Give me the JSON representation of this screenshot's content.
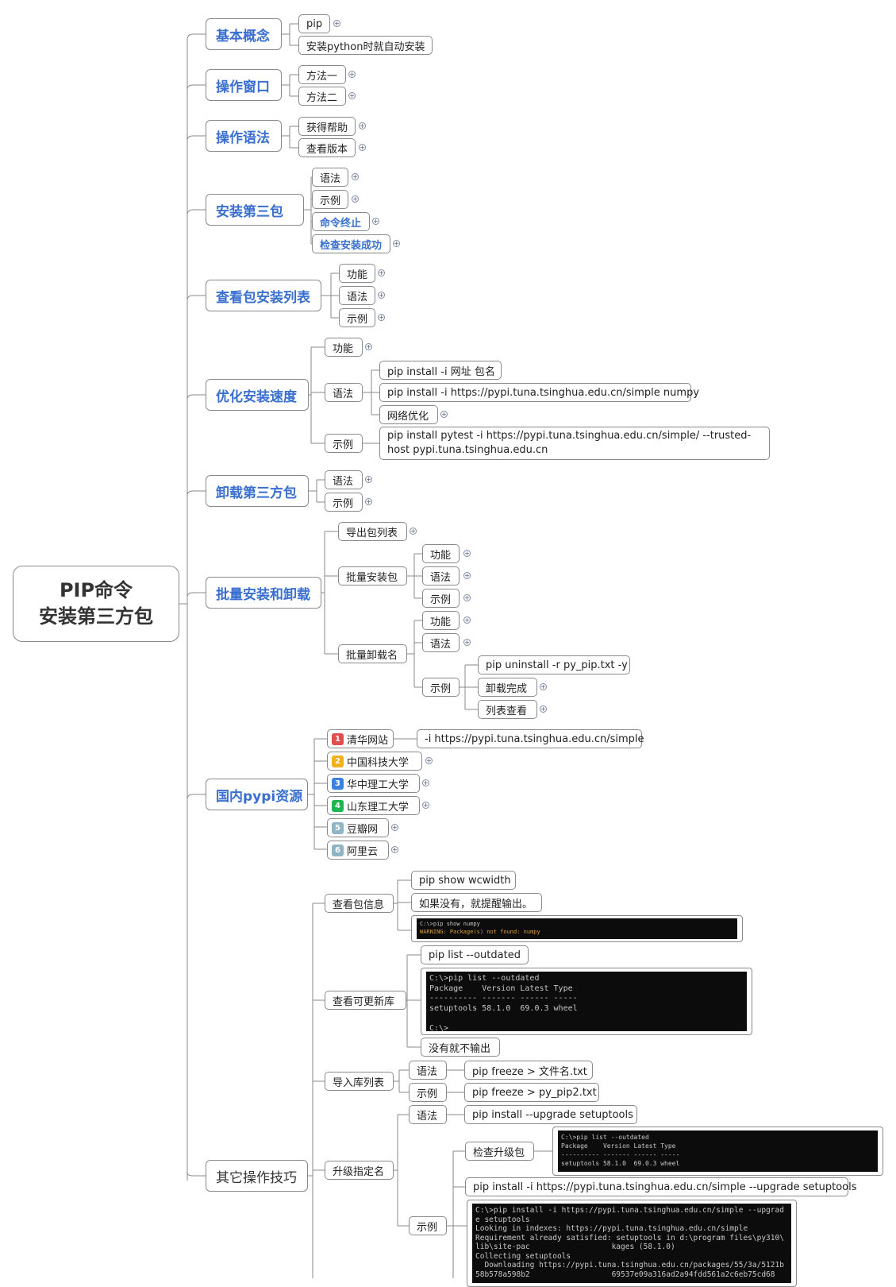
{
  "root": {
    "line1": "PIP命令",
    "line2": "安装第三方包"
  },
  "colors": {
    "branch_blue": "#3a6fd0",
    "line": "#8a8a8a",
    "badge1": "#e04e4e",
    "badge2": "#f2b01e",
    "badge3": "#3b82e0",
    "badge4": "#1fb550",
    "badge5": "#8fb4c4",
    "badge6": "#8fb4c4"
  },
  "branches": {
    "basic": {
      "label": "基本概念",
      "children": [
        "pip",
        "安装python时就自动安装"
      ]
    },
    "window": {
      "label": "操作窗口",
      "children": [
        "方法一",
        "方法二"
      ]
    },
    "syntax": {
      "label": "操作语法",
      "children": [
        "获得帮助",
        "查看版本"
      ]
    },
    "install": {
      "label": "安装第三包",
      "children": [
        "语法",
        "示例",
        "命令终止",
        "检查安装成功"
      ]
    },
    "list": {
      "label": "查看包安装列表",
      "children": [
        "功能",
        "语法",
        "示例"
      ]
    },
    "speed": {
      "label": "优化安装速度",
      "func": "功能",
      "syntax": "语法",
      "syntax_children": [
        "pip install -i 网址 包名",
        "pip install -i https://pypi.tuna.tsinghua.edu.cn/simple numpy",
        "网络优化"
      ],
      "example": "示例",
      "example_text": "pip install pytest -i https://pypi.tuna.tsinghua.edu.cn/simple/ --trusted-host pypi.tuna.tsinghua.edu.cn"
    },
    "uninstall": {
      "label": "卸载第三方包",
      "children": [
        "语法",
        "示例"
      ]
    },
    "batch": {
      "label": "批量安装和卸载",
      "export": "导出包列表",
      "install": "批量安装包",
      "install_children": [
        "功能",
        "语法",
        "示例"
      ],
      "uninstall": "批量卸载名",
      "uninstall_children": [
        "功能",
        "语法",
        "示例"
      ],
      "example_children": [
        "pip uninstall -r py_pip.txt -y",
        "卸载完成",
        "列表查看"
      ]
    },
    "mirrors": {
      "label": "国内pypi资源",
      "items": [
        {
          "num": "1",
          "name": "清华网站"
        },
        {
          "num": "2",
          "name": "中国科技大学"
        },
        {
          "num": "3",
          "name": "华中理工大学"
        },
        {
          "num": "4",
          "name": "山东理工大学"
        },
        {
          "num": "5",
          "name": "豆瓣网"
        },
        {
          "num": "6",
          "name": "阿里云"
        }
      ],
      "tsinghua_url": "-i https://pypi.tuna.tsinghua.edu.cn/simple"
    },
    "other": {
      "label": "其它操作技巧",
      "show": {
        "label": "查看包信息",
        "cmd": "pip show wcwidth",
        "note": "如果没有，就提醒输出。",
        "term_line1": "C:\\>pip show numpy",
        "term_line2": "WARNING: Package(s) not found: numpy"
      },
      "outdated": {
        "label": "查看可更新库",
        "cmd": "pip list --outdated",
        "term": "C:\\>pip list --outdated\nPackage    Version Latest Type\n---------- ------- ------ -----\nsetuptools 58.1.0  69.0.3 wheel\n\nC:\\>",
        "note": "没有就不输出"
      },
      "freeze": {
        "label": "导入库列表",
        "syntax": "语法",
        "syntax_cmd": "pip freeze > 文件名.txt",
        "example": "示例",
        "example_cmd": "pip freeze > py_pip2.txt"
      },
      "upgrade": {
        "label": "升级指定名",
        "syntax": "语法",
        "syntax_cmd": "pip install --upgrade setuptools",
        "example": "示例",
        "check": "检查升级包",
        "check_term": "C:\\>pip list --outdated\nPackage    Version Latest Type\n---------- ------- ------ -----\nsetuptools 58.1.0  69.0.3 wheel",
        "cmd": "pip install -i https://pypi.tuna.tsinghua.edu.cn/simple --upgrade setuptools",
        "term": "C:\\>pip install -i https://pypi.tuna.tsinghua.edu.cn/simple --upgrad\ne setuptools\nLooking in indexes: https://pypi.tuna.tsinghua.edu.cn/simple\nRequirement already satisfied: setuptools in d:\\program files\\py310\\\nlib\\site-pac                  kages (58.1.0)\nCollecting setuptools\n  Downloading https://pypi.tuna.tsinghua.edu.cn/packages/55/3a/5121b\n58b578a598b2                  69537e09a316ad2a94fdd561a2c6eb75cd68"
      }
    }
  }
}
